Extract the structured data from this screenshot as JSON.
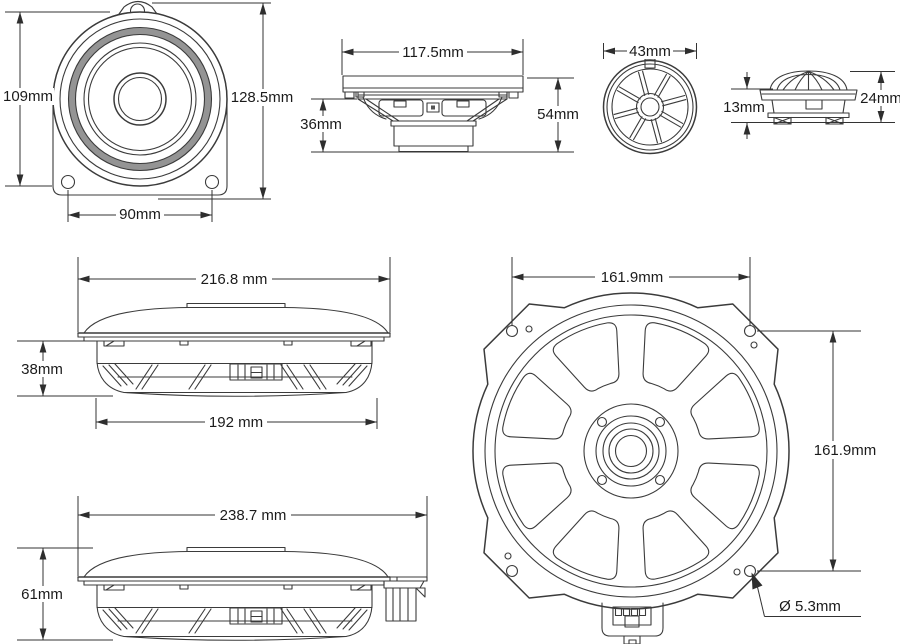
{
  "palette": {
    "background": "#ffffff",
    "drawing_line": "#3b3b3b",
    "dimension_line": "#333333",
    "text": "#1b1b1b",
    "surround_gray": "#949494"
  },
  "views": {
    "coax_front": {
      "title": "coaxial-speaker-front-view",
      "dims": {
        "flange_height": "109mm",
        "overall_height": "128.5mm",
        "mount_hole_spacing": "90mm"
      }
    },
    "coax_side": {
      "title": "coaxial-speaker-side-view",
      "dims": {
        "flange_diameter": "117.5mm",
        "mounting_depth": "36mm",
        "overall_depth": "54mm"
      }
    },
    "tweeter_front": {
      "title": "tweeter-front-view",
      "dims": {
        "diameter": "43mm"
      }
    },
    "tweeter_side": {
      "title": "tweeter-side-view",
      "dims": {
        "mounting_depth": "13mm",
        "overall_height": "24mm"
      }
    },
    "sub_side_upper": {
      "title": "subwoofer-side-view",
      "dims": {
        "overall_diameter": "216.8 mm",
        "mounting_depth": "38mm",
        "cutout_diameter": "192 mm"
      }
    },
    "sub_side_lower": {
      "title": "subwoofer-side-view-with-connector",
      "dims": {
        "overall_width": "238.7 mm",
        "overall_height": "61mm"
      }
    },
    "sub_front": {
      "title": "subwoofer-front-view",
      "dims": {
        "mount_spacing_horizontal": "161.9mm",
        "mount_spacing_vertical": "161.9mm",
        "mount_hole_diameter": "Ø 5.3mm"
      }
    }
  }
}
